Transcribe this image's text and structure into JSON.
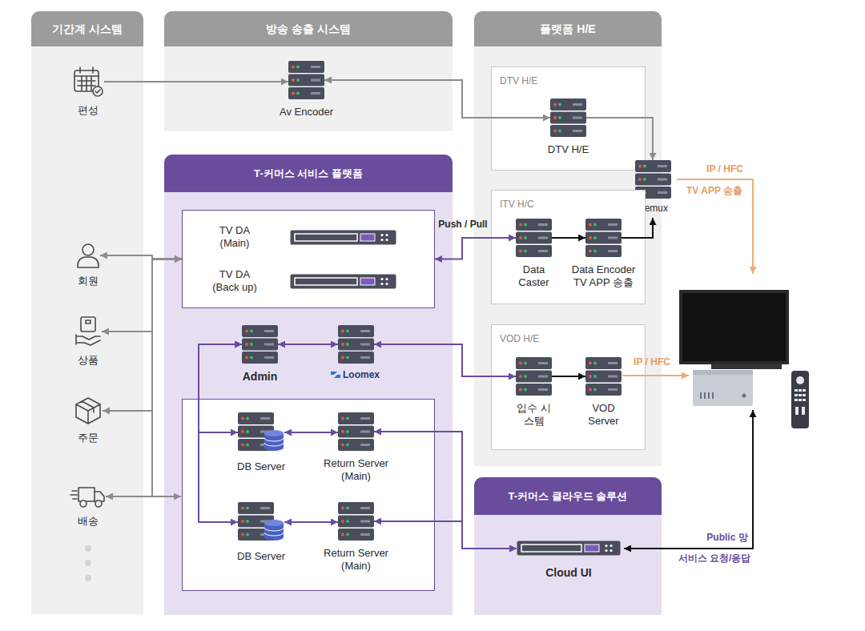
{
  "diagram": {
    "nodes": [
      {
        "text": [
          "기간계 시스템"
        ]
      },
      {
        "text": [
          "편성"
        ],
        "in": 0
      },
      {
        "text": [
          "회원"
        ],
        "in": 0
      },
      {
        "text": [
          "상품"
        ],
        "in": 0
      },
      {
        "text": [
          "주문"
        ],
        "in": 0
      },
      {
        "text": [
          "배송"
        ],
        "in": 0
      },
      {
        "text": [
          "방송 송출 시스템"
        ]
      },
      {
        "text": [
          "Av Encoder"
        ],
        "in": 6
      },
      {
        "text": [
          "T-커머스 서비스 플랫폼"
        ]
      },
      {
        "text": [
          "TV DA (Main)",
          "TV DA (Back up)"
        ],
        "in": 8
      },
      {
        "text": [
          "Admin"
        ],
        "in": 8
      },
      {
        "text": [
          "Loomex"
        ],
        "in": 8
      },
      {
        "text": [
          "DB Server"
        ],
        "in": 8
      },
      {
        "text": [
          "Return Server (Main)"
        ],
        "in": 8
      },
      {
        "text": [
          "DB Server"
        ],
        "in": 8
      },
      {
        "text": [
          "Return Server (Main)"
        ],
        "in": 8
      },
      {
        "text": [
          "플랫폼 H/E"
        ]
      },
      {
        "text": [
          "DTV H/E"
        ],
        "in": 16
      },
      {
        "text": [
          "DTV H/E"
        ],
        "in": 17
      },
      {
        "text": [
          "Remux"
        ],
        "in": 16
      },
      {
        "text": [
          "ITV H/C"
        ],
        "in": 16
      },
      {
        "text": [
          "Data Caster"
        ],
        "in": 20
      },
      {
        "text": [
          "Data Encoder TV APP 송출"
        ],
        "in": 20
      },
      {
        "text": [
          "VOD H/E"
        ],
        "in": 16
      },
      {
        "text": [
          "입수 시스템"
        ],
        "in": 23
      },
      {
        "text": [
          "VOD Server"
        ],
        "in": 23
      },
      {
        "text": [
          "T-커머스 클라우드 솔루션"
        ]
      },
      {
        "text": [
          "Cloud UI"
        ],
        "in": 26
      }
    ],
    "edges": [
      {
        "from": 1,
        "to": 7,
        "arrow": "to"
      },
      {
        "from": 7,
        "to": 18,
        "arrow": "both"
      },
      {
        "from": 18,
        "to": 19,
        "arrow": "to"
      },
      {
        "from": 21,
        "to": 22,
        "arrow": "to"
      },
      {
        "from": 22,
        "to": 19,
        "arrow": "to"
      },
      {
        "from": 9,
        "to": 21,
        "label": "Push / Pull",
        "arrow": "both"
      },
      {
        "from": 10,
        "to": 11,
        "arrow": "both"
      },
      {
        "from": 11,
        "to": 24,
        "arrow": "both"
      },
      {
        "from": 24,
        "to": 25,
        "arrow": "to"
      },
      {
        "from": 10,
        "to": 12,
        "arrow": "both"
      },
      {
        "from": 10,
        "to": 14,
        "arrow": "both"
      },
      {
        "from": 12,
        "to": 13,
        "arrow": "both"
      },
      {
        "from": 14,
        "to": 15,
        "arrow": "both"
      },
      {
        "from": 13,
        "to": 27,
        "arrow": "both"
      },
      {
        "from": 15,
        "to": 27,
        "arrow": "both"
      },
      {
        "from": 2,
        "to": 9,
        "arrow": "both"
      },
      {
        "from": 3,
        "to": 9,
        "arrow": "both"
      },
      {
        "from": 4,
        "to": 9,
        "arrow": "both"
      },
      {
        "from": 5,
        "to": 9,
        "arrow": "both"
      }
    ],
    "labels": [
      "IP / HFC",
      "TV APP 송출",
      "IP / HFC",
      "Public 망",
      "서비스 요청/응답"
    ]
  }
}
